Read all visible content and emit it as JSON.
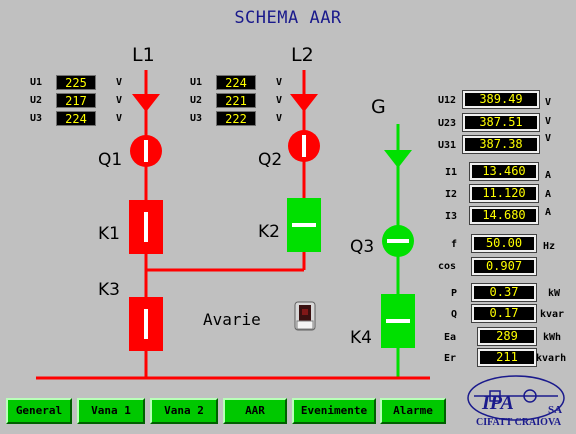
{
  "title": "SCHEMA AAR",
  "colors": {
    "red": "#ff0000",
    "green": "#00e000",
    "value_text": "#ffff00",
    "title": "#1a1a8c"
  },
  "bus": {
    "l1": "L1",
    "l2": "L2",
    "g": "G"
  },
  "l1_readings": [
    {
      "label": "U1",
      "value": "225",
      "unit": "V"
    },
    {
      "label": "U2",
      "value": "217",
      "unit": "V"
    },
    {
      "label": "U3",
      "value": "224",
      "unit": "V"
    }
  ],
  "l2_readings": [
    {
      "label": "U1",
      "value": "224",
      "unit": "V"
    },
    {
      "label": "U2",
      "value": "221",
      "unit": "V"
    },
    {
      "label": "U3",
      "value": "222",
      "unit": "V"
    }
  ],
  "devices": {
    "q1": "Q1",
    "q2": "Q2",
    "q3": "Q3",
    "k1": "K1",
    "k2": "K2",
    "k3": "K3",
    "k4": "K4"
  },
  "avarie": {
    "label": "Avarie",
    "icon": "alarm-lamp-icon"
  },
  "gen_readings": [
    {
      "label": "U12",
      "value": "389.49",
      "unit": "V"
    },
    {
      "label": "U23",
      "value": "387.51",
      "unit": "V"
    },
    {
      "label": "U31",
      "value": "387.38",
      "unit": "V"
    },
    {
      "label": "I1",
      "value": "13.460",
      "unit": "A"
    },
    {
      "label": "I2",
      "value": "11.120",
      "unit": "A"
    },
    {
      "label": "I3",
      "value": "14.680",
      "unit": "A"
    },
    {
      "label": "f",
      "value": "50.00",
      "unit": "Hz"
    },
    {
      "label": "cos",
      "value": "0.907",
      "unit": ""
    },
    {
      "label": "P",
      "value": "0.37",
      "unit": "kW"
    },
    {
      "label": "Q",
      "value": "0.17",
      "unit": "kvar"
    },
    {
      "label": "Ea",
      "value": "289",
      "unit": "kWh"
    },
    {
      "label": "Er",
      "value": "211",
      "unit": "kvarh"
    }
  ],
  "nav": [
    "General",
    "Vana 1",
    "Vana 2",
    "AAR",
    "Evenimente",
    "Alarme"
  ],
  "logo": {
    "brand": "IPA",
    "suffix": "SA",
    "sub": "CIFATT CRAIOVA"
  }
}
